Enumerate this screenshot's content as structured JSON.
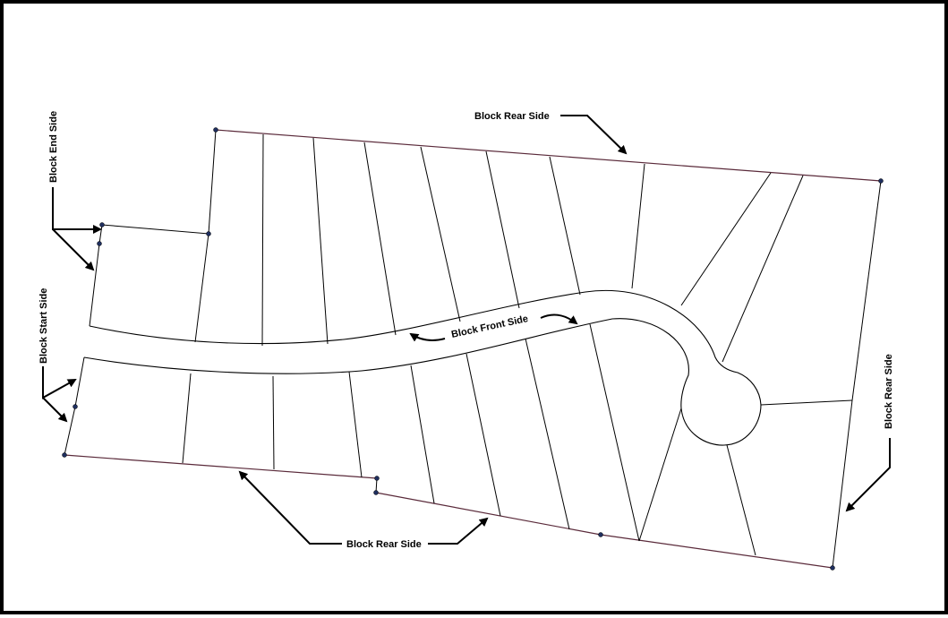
{
  "labels": {
    "rear_top": "Block Rear Side",
    "rear_bottom": "Block Rear Side",
    "rear_right": "Block Rear Side",
    "front": "Block Front Side",
    "end": "Block End Side",
    "start": "Block Start Side"
  },
  "colors": {
    "frame": "#000000",
    "line": "#000000",
    "rear_line": "#5a2a3a",
    "node": "#1f2f5f"
  }
}
